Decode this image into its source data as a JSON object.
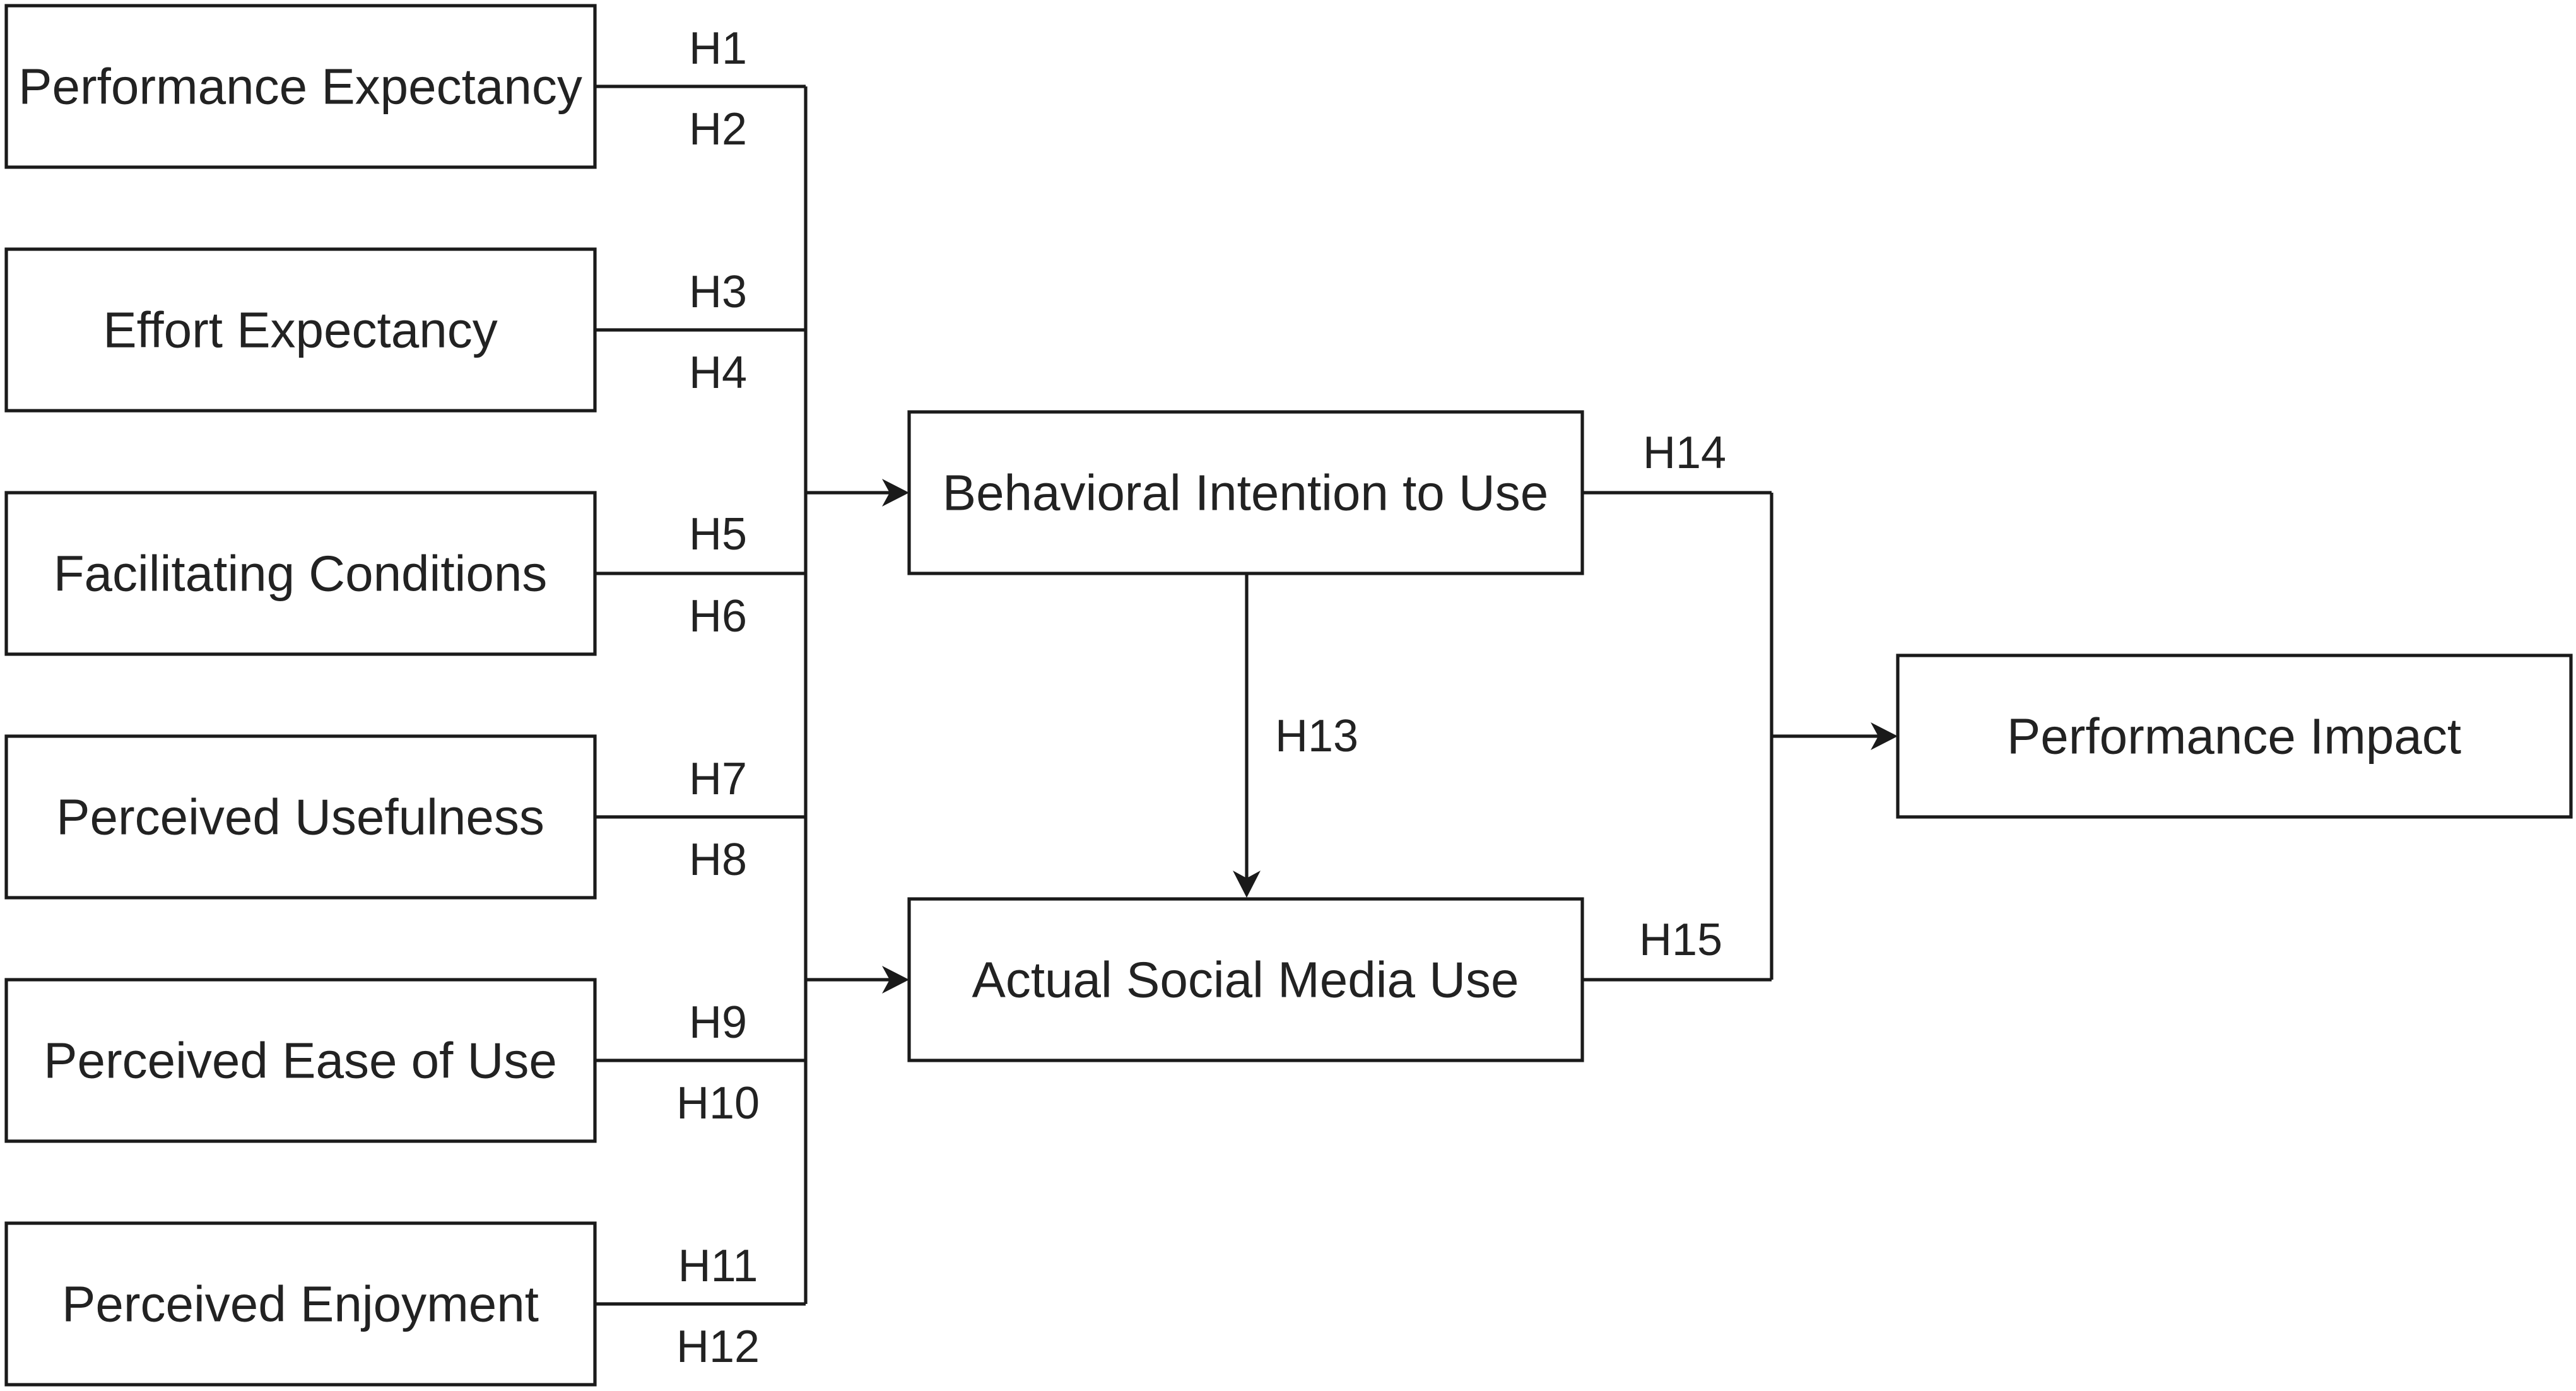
{
  "nodes": {
    "performance_expectancy": "Performance Expectancy",
    "effort_expectancy": "Effort Expectancy",
    "facilitating_conditions": "Facilitating Conditions",
    "perceived_usefulness": "Perceived Usefulness",
    "perceived_ease_of_use": "Perceived Ease of Use",
    "perceived_enjoyment": "Perceived Enjoyment",
    "behavioral_intention": "Behavioral Intention to Use",
    "actual_social_media_use": "Actual Social Media Use",
    "performance_impact": "Performance Impact"
  },
  "hypotheses": {
    "h1": "H1",
    "h2": "H2",
    "h3": "H3",
    "h4": "H4",
    "h5": "H5",
    "h6": "H6",
    "h7": "H7",
    "h8": "H8",
    "h9": "H9",
    "h10": "H10",
    "h11": "H11",
    "h12": "H12",
    "h13": "H13",
    "h14": "H14",
    "h15": "H15"
  },
  "colors": {
    "line": "#1a1a1a",
    "text": "#222222",
    "background": "#ffffff"
  }
}
